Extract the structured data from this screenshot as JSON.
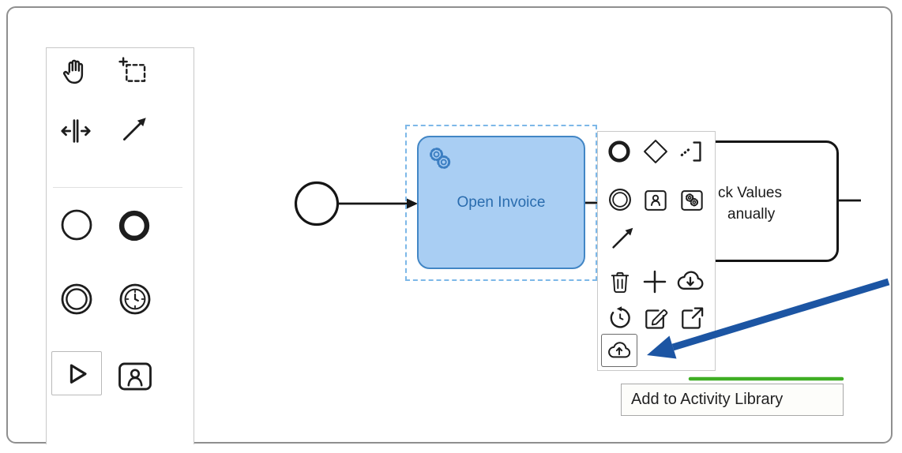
{
  "colors": {
    "frame_border": "#8f8f8f",
    "selection_stroke": "#7db8e8",
    "task_fill": "#a9cef3",
    "task_stroke": "#4286c5",
    "task_label_blue": "#2a6cae",
    "flow_black": "#151515",
    "annotation_arrow_blue": "#1c55a3",
    "library_green": "#3fae24",
    "pad_highlight_border": "#6b6b6b"
  },
  "palette": {
    "items": [
      {
        "icon": "hand-tool-icon"
      },
      {
        "icon": "lasso-tool-icon"
      },
      {
        "icon": "space-tool-icon"
      },
      {
        "icon": "connect-tool-icon"
      },
      {
        "icon": "start-event-icon"
      },
      {
        "icon": "end-event-icon"
      },
      {
        "icon": "intermediate-event-icon"
      },
      {
        "icon": "timer-event-icon"
      },
      {
        "icon": "play-triangle-icon"
      },
      {
        "icon": "user-task-icon"
      }
    ]
  },
  "canvas": {
    "start_event": {
      "icon": "start-event-circle"
    },
    "open_invoice_task": {
      "label": "Open Invoice",
      "marker": "service-gears-icon",
      "selected": true
    },
    "partial_task": {
      "lines": [
        "ck Values",
        "anually"
      ]
    }
  },
  "context_pad": {
    "items": [
      {
        "icon": "end-event-icon"
      },
      {
        "icon": "gateway-icon"
      },
      {
        "icon": "text-annotation-icon"
      },
      {
        "icon": "intermediate-event-icon"
      },
      {
        "icon": "user-task-icon"
      },
      {
        "icon": "service-task-icon"
      },
      {
        "icon": "connect-arrow-icon"
      },
      {
        "icon": "trash-icon"
      },
      {
        "icon": "plus-icon"
      },
      {
        "icon": "cloud-download-icon"
      },
      {
        "icon": "history-icon"
      },
      {
        "icon": "edit-icon"
      },
      {
        "icon": "open-external-icon"
      },
      {
        "icon": "cloud-upload-icon",
        "highlighted": true
      }
    ]
  },
  "tooltip": {
    "text": "Add to Activity Library"
  },
  "annotation": {
    "type": "arrow",
    "points_to": "cloud-upload-icon"
  }
}
